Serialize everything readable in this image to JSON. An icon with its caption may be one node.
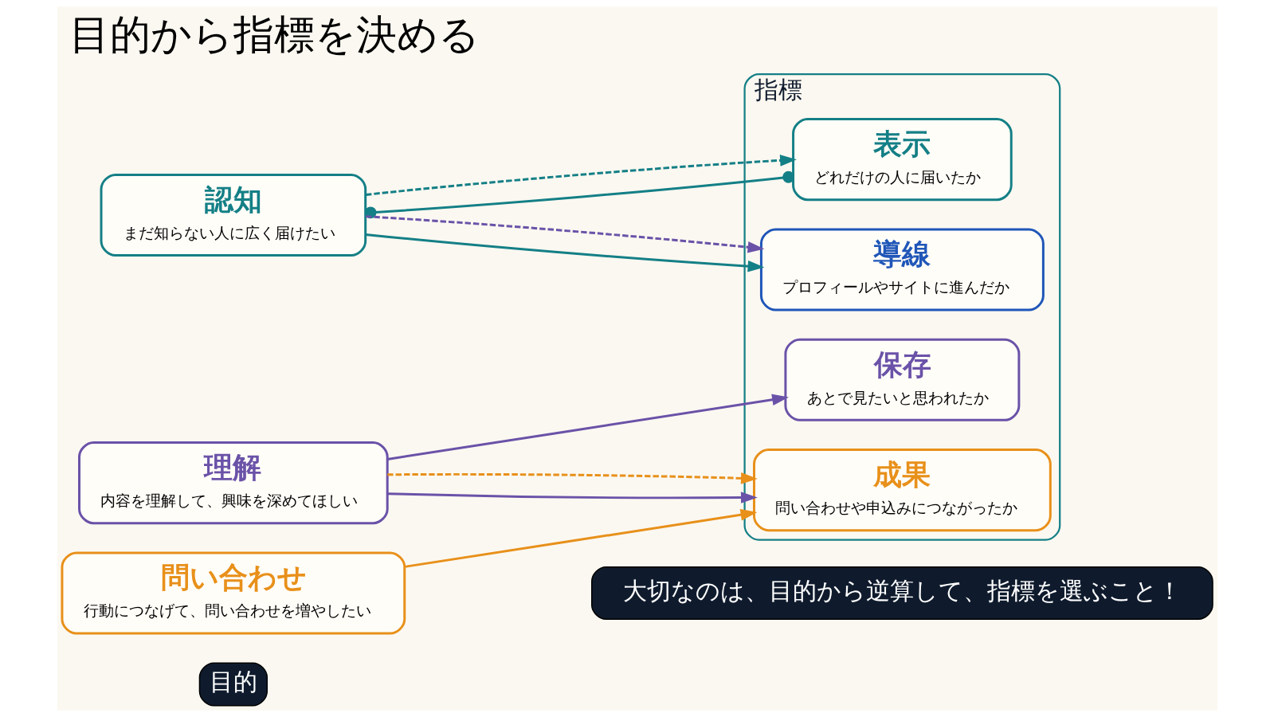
{
  "diagram": {
    "title": "目的から指標を決める",
    "nodes": [
      {
        "text": [
          "目的"
        ]
      },
      {
        "text": [
          "認知",
          "まだ知らない人に広く届けたい"
        ]
      },
      {
        "text": [
          "理解",
          "内容を理解して、興味を深めてほしい"
        ]
      },
      {
        "text": [
          "問い合わせ",
          "行動につなげて、問い合わせを増やしたい"
        ]
      },
      {
        "text": [
          "指標"
        ]
      },
      {
        "text": [
          "表示",
          "どれだけの人に届いたか"
        ],
        "in": 4
      },
      {
        "text": [
          "保存",
          "あとで見たいと思われたか"
        ],
        "in": 4
      },
      {
        "text": [
          "導線",
          "プロフィールやサイトに進んだか"
        ],
        "in": 4
      },
      {
        "text": [
          "成果",
          "問い合わせや申込みにつながったか"
        ],
        "in": 4
      }
    ],
    "edges": [
      {
        "from": 1,
        "to": 5,
        "arrow": "other",
        "color": "#147f86"
      },
      {
        "from": 1,
        "to": 7,
        "arrow": "to",
        "color": "#147f86"
      },
      {
        "from": 1,
        "to": 5,
        "arrow": "to",
        "style": "dashed",
        "color": "#147f86"
      },
      {
        "from": 1,
        "to": 7,
        "arrow": "to",
        "style": "dashed",
        "color": "#6a52a8"
      },
      {
        "from": 2,
        "to": 6,
        "arrow": "to",
        "color": "#6a52a8"
      },
      {
        "from": 2,
        "to": 8,
        "arrow": "to",
        "color": "#6a52a8"
      },
      {
        "from": 2,
        "to": 8,
        "arrow": "to",
        "style": "dashed",
        "color": "#e8901a"
      },
      {
        "from": 3,
        "to": 8,
        "arrow": "to",
        "color": "#e8901a"
      }
    ],
    "labels": [
      "大切なのは、目的から逆算して、指標を選ぶこと！"
    ]
  }
}
